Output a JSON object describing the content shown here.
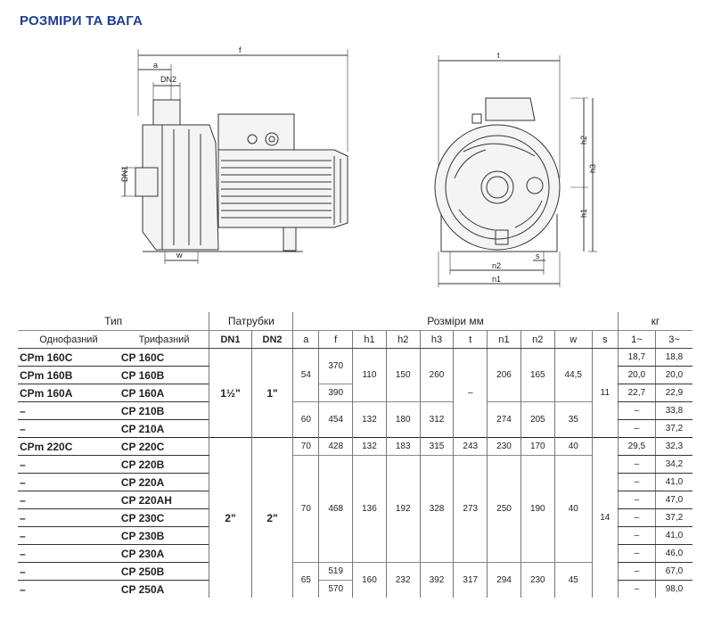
{
  "title": "РОЗМІРИ ТА ВАГА",
  "drawing": {
    "side_labels": [
      "a",
      "DN2",
      "f",
      "DN1",
      "w"
    ],
    "front_labels": [
      "t",
      "h2",
      "h3",
      "h1",
      "s",
      "n2",
      "n1"
    ]
  },
  "header": {
    "tip": "Тип",
    "patrubky": "Патрубки",
    "rozmiry": "Розміри мм",
    "kg": "кг",
    "odnofaz": "Однофазний",
    "tryfaz": "Трифазний",
    "dn1": "DN1",
    "dn2": "DN2",
    "a": "a",
    "f": "f",
    "h1": "h1",
    "h2": "h2",
    "h3": "h3",
    "t": "t",
    "n1": "n1",
    "n2": "n2",
    "w": "w",
    "s": "s",
    "w1": "1~",
    "w3": "3~"
  },
  "groupA": {
    "dn1": "1½\"",
    "dn2": "1\"",
    "t": "–",
    "s": "11",
    "sub1": {
      "a": "54",
      "h1": "110",
      "h2": "150",
      "h3": "260",
      "n1": "206",
      "n2": "165",
      "w": "44,5"
    },
    "sub2": {
      "a": "60",
      "f": "454",
      "h1": "132",
      "h2": "180",
      "h3": "312",
      "n1": "274",
      "n2": "205",
      "w": "35"
    },
    "f1": "370",
    "f2": "390"
  },
  "groupB": {
    "dn1": "2\"",
    "dn2": "2\"",
    "s": "14",
    "sub1": {
      "a": "70",
      "f": "428",
      "h1": "132",
      "h2": "183",
      "h3": "315",
      "t": "243",
      "n1": "230",
      "n2": "170",
      "w": "40"
    },
    "sub2": {
      "a": "70",
      "f": "468",
      "h1": "136",
      "h2": "192",
      "h3": "328",
      "t": "273",
      "n1": "250",
      "n2": "190",
      "w": "40"
    },
    "sub3": {
      "a": "65",
      "h1": "160",
      "h2": "232",
      "h3": "392",
      "t": "317",
      "n1": "294",
      "n2": "230",
      "w": "45"
    },
    "f1": "519",
    "f2": "570"
  },
  "rows": [
    {
      "mono": "CPm 160C",
      "tri": "CP 160C",
      "kg1": "18,7",
      "kg3": "18,8"
    },
    {
      "mono": "CPm 160B",
      "tri": "CP 160B",
      "kg1": "20,0",
      "kg3": "20,0"
    },
    {
      "mono": "CPm 160A",
      "tri": "CP 160A",
      "kg1": "22,7",
      "kg3": "22,9"
    },
    {
      "mono": "–",
      "tri": "CP 210B",
      "kg1": "–",
      "kg3": "33,8"
    },
    {
      "mono": "–",
      "tri": "CP 210A",
      "kg1": "–",
      "kg3": "37,2"
    },
    {
      "mono": "CPm 220C",
      "tri": "CP 220C",
      "kg1": "29,5",
      "kg3": "32,3"
    },
    {
      "mono": "–",
      "tri": "CP 220B",
      "kg1": "–",
      "kg3": "34,2"
    },
    {
      "mono": "–",
      "tri": "CP 220A",
      "kg1": "–",
      "kg3": "41,0"
    },
    {
      "mono": "–",
      "tri": "CP 220AH",
      "kg1": "–",
      "kg3": "47,0"
    },
    {
      "mono": "–",
      "tri": "CP 230C",
      "kg1": "–",
      "kg3": "37,2"
    },
    {
      "mono": "–",
      "tri": "CP 230B",
      "kg1": "–",
      "kg3": "41,0"
    },
    {
      "mono": "–",
      "tri": "CP 230A",
      "kg1": "–",
      "kg3": "46,0"
    },
    {
      "mono": "–",
      "tri": "CP 250B",
      "kg1": "–",
      "kg3": "67,0"
    },
    {
      "mono": "–",
      "tri": "CP 250A",
      "kg1": "–",
      "kg3": "98,0"
    }
  ]
}
